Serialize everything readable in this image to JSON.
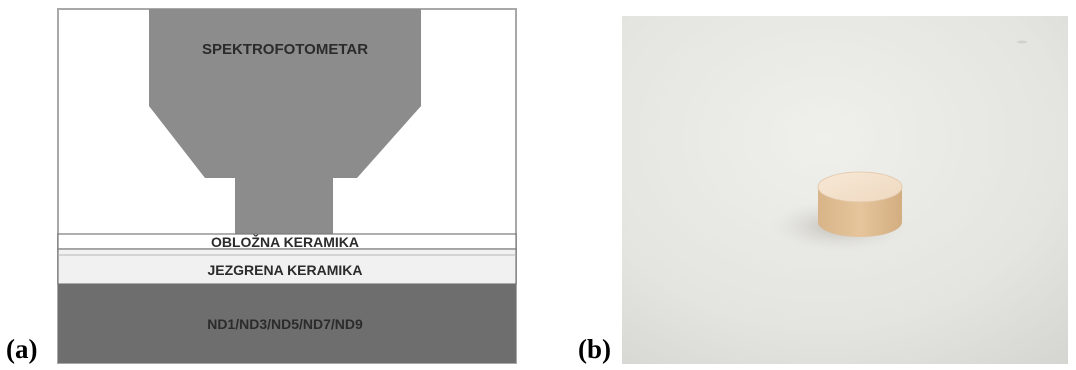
{
  "panels": {
    "a": {
      "label": "(a)",
      "spectrophotometer": "SPEKTROFOTOMETAR",
      "layers": {
        "veneer": "OBLOŽNA KERAMIKA",
        "core": "JEZGRENA KERAMIKA",
        "base": "ND1/ND3/ND5/ND7/ND9"
      },
      "colors": {
        "device": "#8c8c8c",
        "base": "#6e6e6e",
        "text": "#2b2b2b"
      }
    },
    "b": {
      "label": "(b)",
      "photo_subject": "ceramic-disc-sample",
      "colors": {
        "background": "#e7e7e3",
        "sample_top": "#f3e1cd",
        "sample_side": "#e0bf97"
      }
    }
  }
}
